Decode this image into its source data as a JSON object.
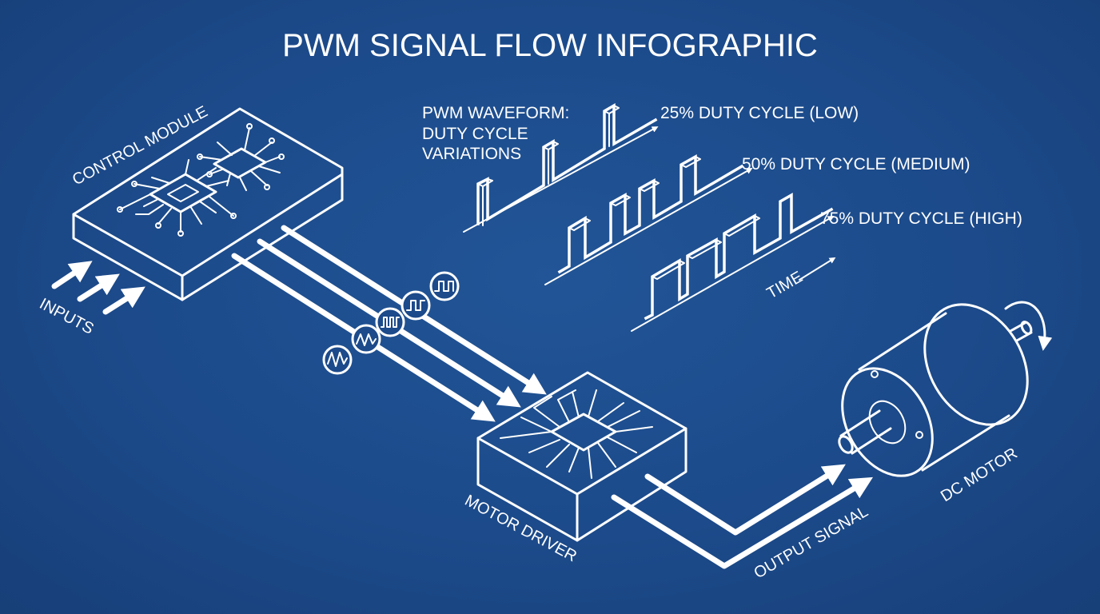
{
  "title": "PWM SIGNAL FLOW INFOGRAPHIC",
  "labels": {
    "control_module": "CONTROL MODULE",
    "inputs": "INPUTS",
    "motor_driver": "MOTOR DRIVER",
    "output_signal": "OUTPUT SIGNAL",
    "dc_motor": "DC MOTOR",
    "time": "TIME"
  },
  "waveform": {
    "heading_lines": [
      "PWM WAVEFORM:",
      "DUTY CYCLE",
      "VARIATIONS"
    ],
    "rows": [
      {
        "label": "25% DUTY CYCLE (LOW)",
        "duty": 0.25
      },
      {
        "label": "50% DUTY CYCLE (MEDIUM)",
        "duty": 0.5
      },
      {
        "label": "75% DUTY CYCLE (HIGH)",
        "duty": 0.75
      }
    ]
  },
  "colors": {
    "background": "#1c4a8a",
    "line": "#ffffff"
  },
  "icons": [
    "square-wave-icon",
    "sine-wave-icon",
    "rotation-arrow-icon",
    "chip-icon"
  ]
}
